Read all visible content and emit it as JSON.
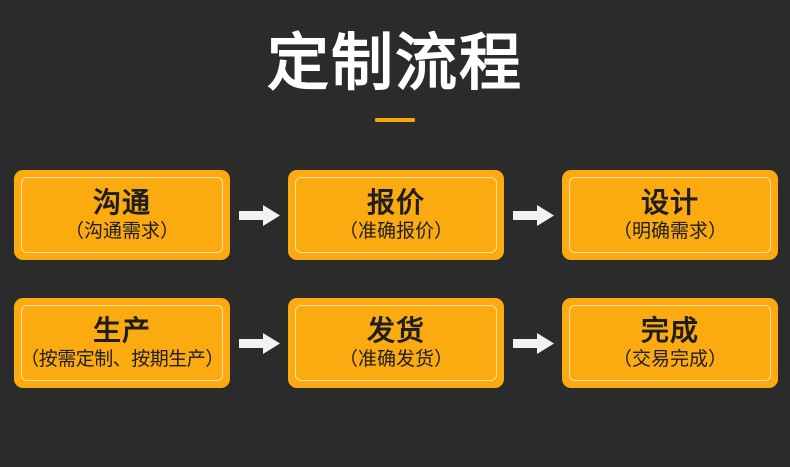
{
  "page": {
    "background_color": "#2b2b2b",
    "accent_color": "#fbaa10",
    "title_color": "#ffffff",
    "box_text_color": "#1e1e1e",
    "inner_border_color": "#ffe2a3",
    "arrow_color": "#f2f2f2"
  },
  "header": {
    "title": "定制流程",
    "accent_divider": "accent-underline"
  },
  "flow": {
    "rows": [
      {
        "steps": [
          {
            "title": "沟通",
            "subtitle": "（沟通需求）",
            "wide": false
          },
          {
            "title": "报价",
            "subtitle": "（准确报价）",
            "wide": false
          },
          {
            "title": "设计",
            "subtitle": "（明确需求）",
            "wide": false
          }
        ],
        "arrows": [
          "arrow-right-icon",
          "arrow-right-icon"
        ]
      },
      {
        "steps": [
          {
            "title": "生产",
            "subtitle": "（按需定制、按期生产）",
            "wide": true
          },
          {
            "title": "发货",
            "subtitle": "（准确发货）",
            "wide": false
          },
          {
            "title": "完成",
            "subtitle": "（交易完成）",
            "wide": false
          }
        ],
        "arrows": [
          "arrow-right-icon",
          "arrow-right-icon"
        ]
      }
    ]
  }
}
